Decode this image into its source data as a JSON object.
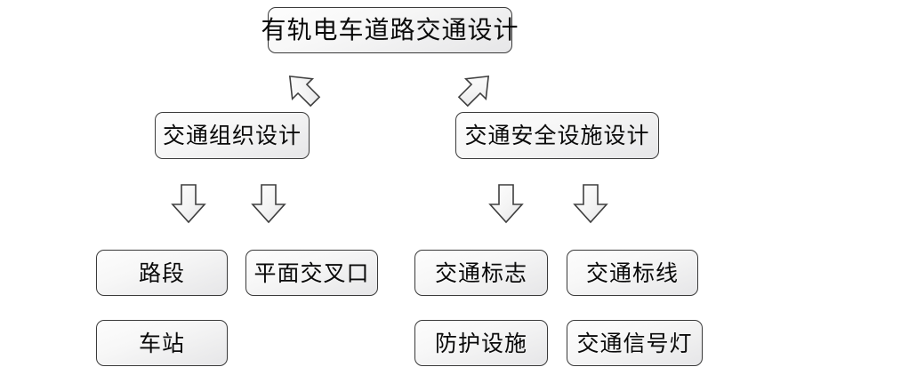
{
  "diagram": {
    "title_node": {
      "id": "tram-road-traffic-design",
      "label": "有轨电车道路交通设计"
    },
    "level2": [
      {
        "id": "traffic-organization-design",
        "label": "交通组织设计"
      },
      {
        "id": "traffic-safety-facility-design",
        "label": "交通安全设施设计"
      }
    ],
    "level3": [
      {
        "id": "road-section",
        "label": "路段"
      },
      {
        "id": "at-grade-intersection",
        "label": "平面交叉口"
      },
      {
        "id": "traffic-sign",
        "label": "交通标志"
      },
      {
        "id": "traffic-marking",
        "label": "交通标线"
      },
      {
        "id": "station",
        "label": "车站"
      },
      {
        "id": "protection-facility",
        "label": "防护设施"
      },
      {
        "id": "traffic-signal-light",
        "label": "交通信号灯"
      }
    ],
    "arrows": [
      {
        "id": "arrow-top-to-left-branch",
        "direction": "down-left"
      },
      {
        "id": "arrow-top-to-right-branch",
        "direction": "down-right"
      },
      {
        "id": "arrow-org-to-road-section",
        "direction": "down"
      },
      {
        "id": "arrow-org-to-intersection",
        "direction": "down"
      },
      {
        "id": "arrow-safety-to-sign",
        "direction": "down"
      },
      {
        "id": "arrow-safety-to-marking",
        "direction": "down"
      }
    ],
    "colors": {
      "background": "#ffffff",
      "box_border": "#3a3a3a",
      "box_fill_light": "#fdfdfd",
      "box_fill_dark": "#e6e6e8",
      "text": "#0a0a0a",
      "arrow_stroke": "#3f3f3f"
    }
  }
}
